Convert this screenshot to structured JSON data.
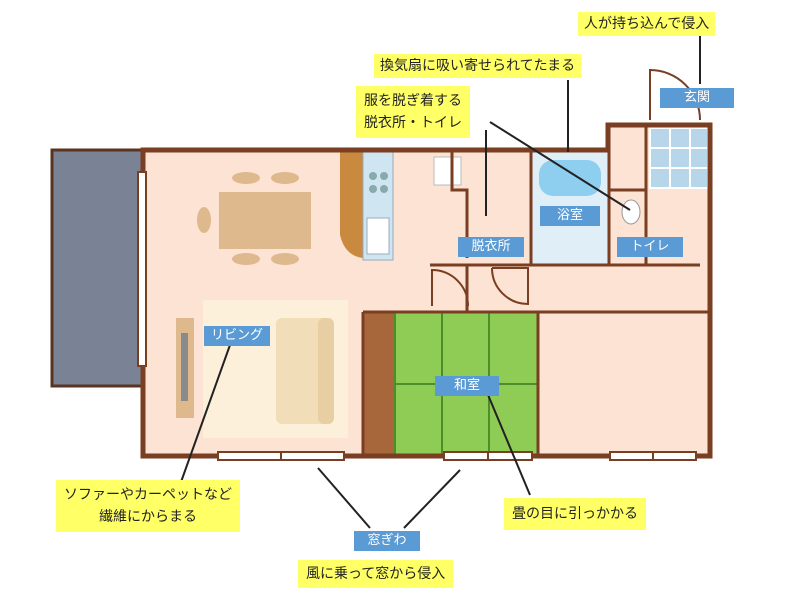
{
  "rooms": {
    "living": "リビング",
    "washroom": "脱衣所",
    "bath": "浴室",
    "toilet": "トイレ",
    "entrance": "玄関",
    "japanese_room": "和室",
    "window": "窓ぎわ"
  },
  "notes": {
    "entrance": "人が持ち込んで侵入",
    "fan": "換気扇に吸い寄せられてたまる",
    "undress_1": "服を脱ぎ着する",
    "undress_2": "脱衣所・トイレ",
    "sofa_1": "ソファーやカーペットなど",
    "sofa_2": "繊維にからまる",
    "tatami": "畳の目に引っかかる",
    "window": "風に乗って窓から侵入"
  },
  "colors": {
    "wall": "#7a3e22",
    "floor": "#fce3d3",
    "balcony": "#7a8396",
    "tatami": "#8fcc55",
    "tatami_line": "#4e8e2a",
    "label_bg": "#5b9bd5",
    "note_bg": "#ffff66",
    "furniture": "#ddb98d",
    "rug": "#fdf0db",
    "tile": "#b8d6ea"
  }
}
